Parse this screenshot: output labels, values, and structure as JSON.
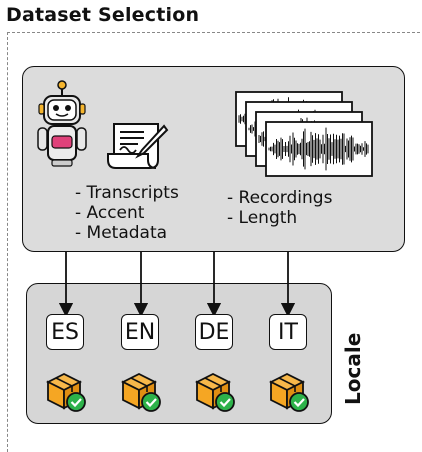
{
  "title": "Dataset Selection",
  "left_list": [
    "- Transcripts",
    "- Accent",
    "- Metadata"
  ],
  "right_list": [
    "- Recordings",
    "- Length"
  ],
  "locales": [
    "ES",
    "EN",
    "DE",
    "IT"
  ],
  "side_label": "Locale",
  "colors": {
    "panel": "#dcdcdc",
    "box": "#f5a623",
    "check": "#2db24a"
  },
  "icons": [
    "robot-icon",
    "document-sign-icon",
    "waveform-stack-icon",
    "package-check-icon"
  ]
}
